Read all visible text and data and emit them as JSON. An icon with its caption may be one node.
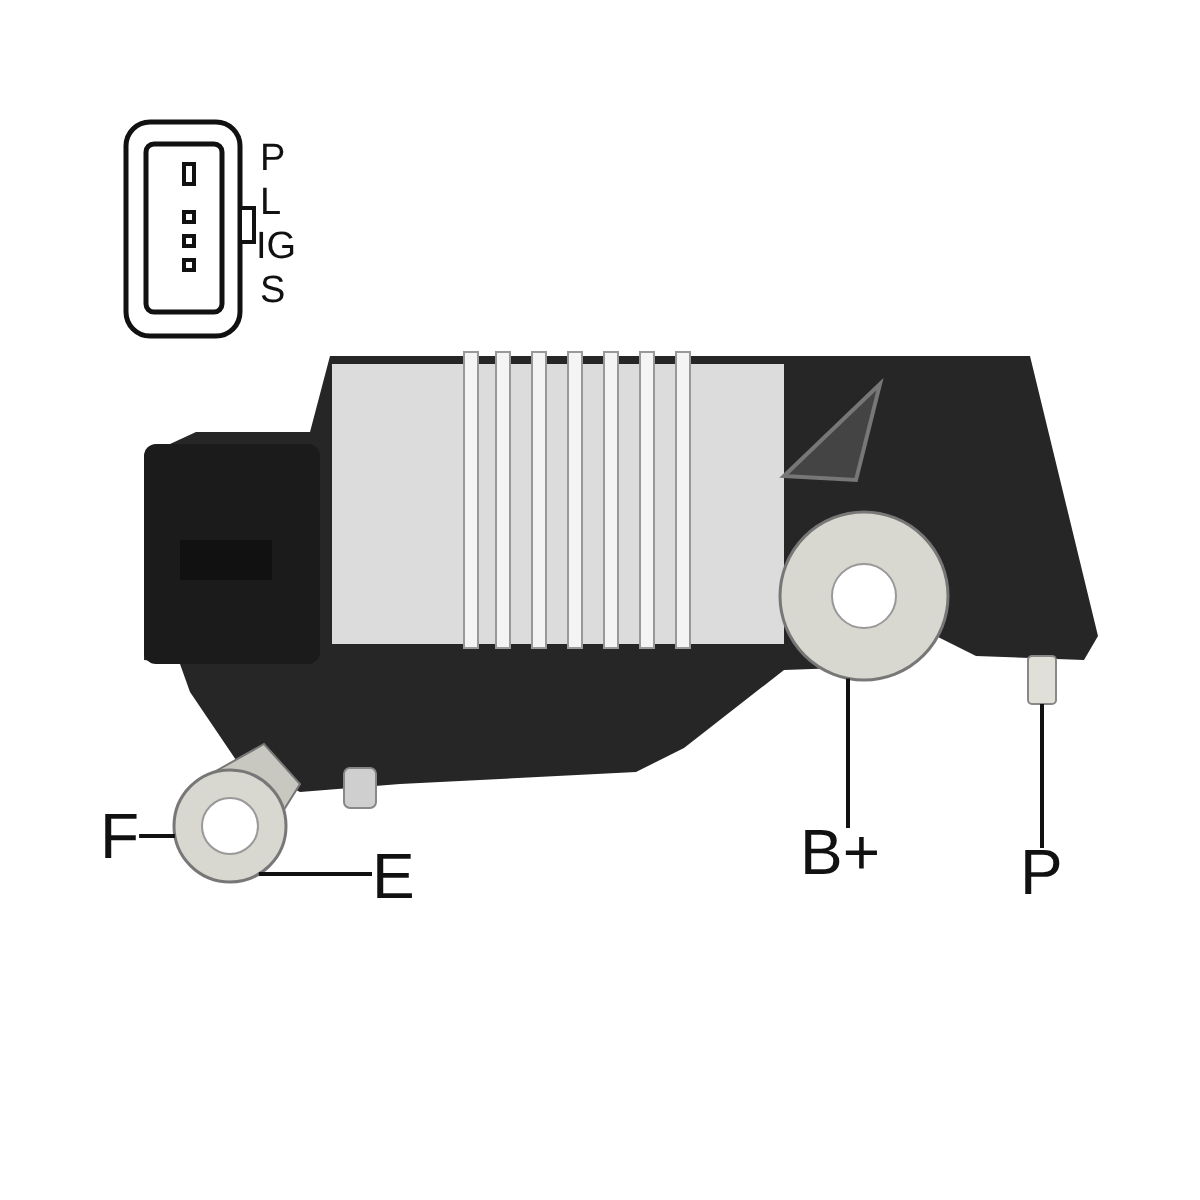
{
  "diagram": {
    "nodes": [
      {
        "text": [
          "F"
        ]
      },
      {
        "text": [
          "E"
        ]
      },
      {
        "text": [
          "B+"
        ]
      },
      {
        "text": [
          "P"
        ]
      },
      {
        "text": [],
        "shape": "picture"
      },
      {
        "text": [],
        "shape": "picture"
      },
      {
        "text": [],
        "shape": "picture"
      }
    ],
    "edges": [
      {
        "from": 0,
        "to": 4,
        "arrow": "none"
      },
      {
        "from": 1,
        "to": 4,
        "arrow": "none"
      },
      {
        "from": 2,
        "to": 5,
        "arrow": "none"
      },
      {
        "from": 3,
        "to": 6,
        "arrow": "none"
      }
    ],
    "labels": [
      "P",
      "L",
      "IG",
      "S"
    ]
  }
}
